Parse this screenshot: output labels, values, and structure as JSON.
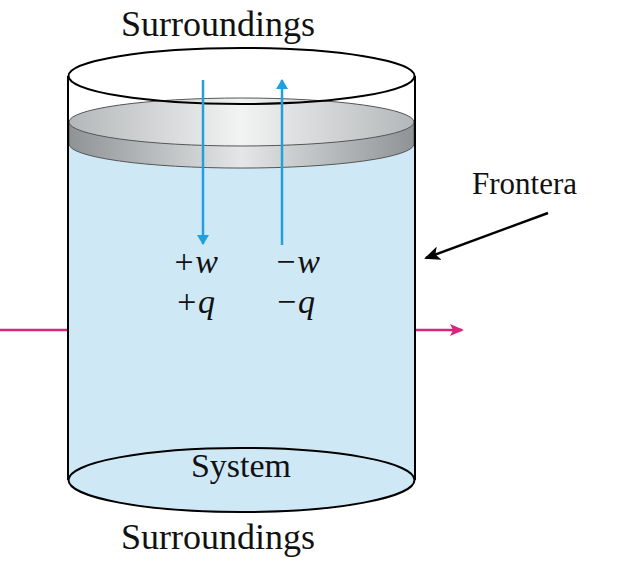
{
  "diagram": {
    "nodes": [
      {
        "text": [
          "+w",
          "−w",
          "+q",
          "−q",
          "System"
        ]
      }
    ],
    "labels": [
      "Surroundings",
      "Surroundings",
      "Frontera"
    ]
  }
}
